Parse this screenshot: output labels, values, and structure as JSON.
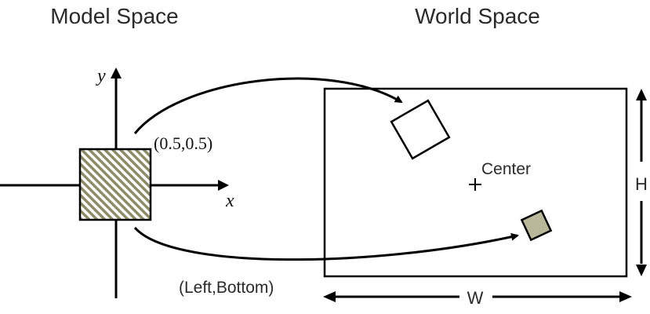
{
  "titles": {
    "model_space": "Model Space",
    "world_space": "World Space"
  },
  "model_axes": {
    "y_label": "y",
    "x_label": "x",
    "corner_label": "(0.5,0.5)"
  },
  "world": {
    "center_label": "Center",
    "height_label": "H",
    "width_label": "W",
    "origin_label": "(Left,Bottom)"
  },
  "colors": {
    "stroke": "#000000",
    "hatch_light": "#ffffff",
    "hatch_dark": "#8e8c68",
    "small_square_fill": "#b9b79a",
    "text": "#2a2a2a"
  }
}
